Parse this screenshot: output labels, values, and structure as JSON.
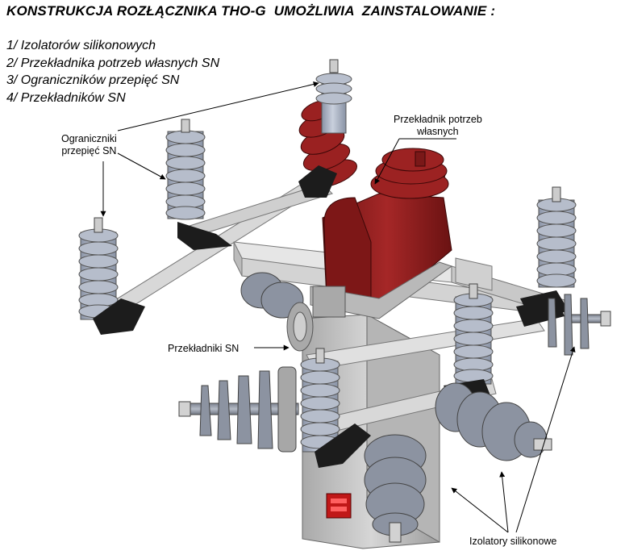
{
  "header": {
    "title": "KONSTRUKCJA ROZŁĄCZNIKA THO-G  UMOŻLIWIA  ZAINSTALOWANIE :"
  },
  "features": [
    {
      "label": "1/ Izolatorów silikonowych"
    },
    {
      "label": "2/ Przekładnika potrzeb własnych SN"
    },
    {
      "label": "3/ Ograniczników przepięć SN"
    },
    {
      "label": "4/ Przekładników SN"
    }
  ],
  "callouts": {
    "ograniczniki_line1": "Ograniczniki",
    "ograniczniki_line2": "przepięć SN",
    "przekladnik_potrzeb_line1": "Przekładnik potrzeb",
    "przekladnik_potrzeb_line2": "własnych",
    "przekladniki_sn": "Przekładniki SN",
    "izolatory_silikonowe": "Izolatory silikonowe"
  },
  "colors": {
    "transformer_red": "#8c1d1d",
    "insulator_grey": "#b4bccb",
    "frame_grey": "#cfcfcf",
    "clamp_black": "#1c1c1c",
    "housing_grey": "#c7c7c7"
  }
}
